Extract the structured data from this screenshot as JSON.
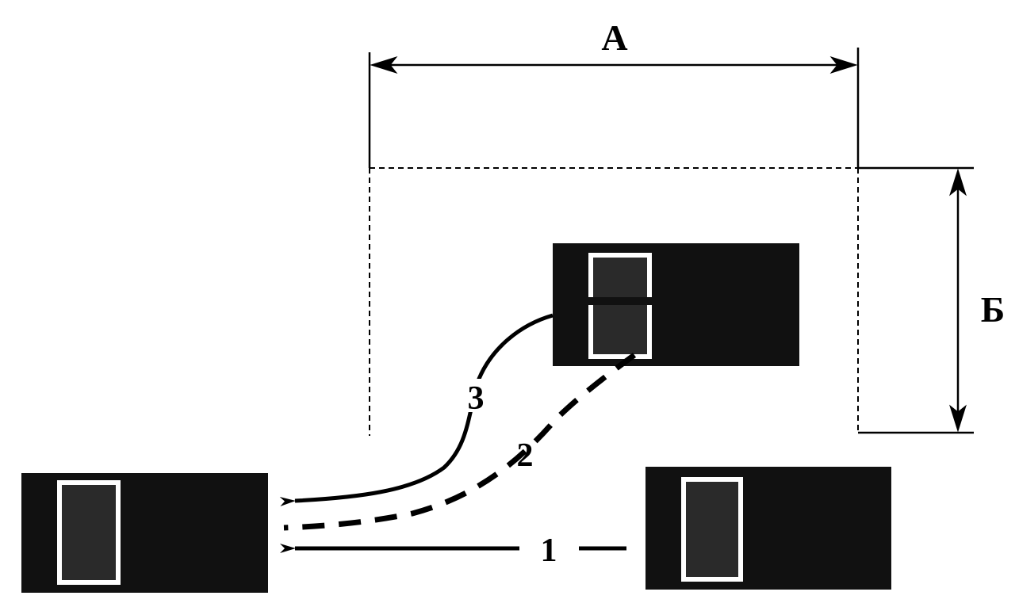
{
  "dimensions": {
    "width_label": "А",
    "depth_label": "Б"
  },
  "routes": [
    {
      "label": "1",
      "style": "dashed"
    },
    {
      "label": "2",
      "style": "dashed"
    },
    {
      "label": "3",
      "style": "solid"
    }
  ],
  "colors": {
    "background": "#ffffff",
    "ink": "#000000",
    "vehicle_body": "#111111",
    "cabin_outline": "#ffffff"
  }
}
